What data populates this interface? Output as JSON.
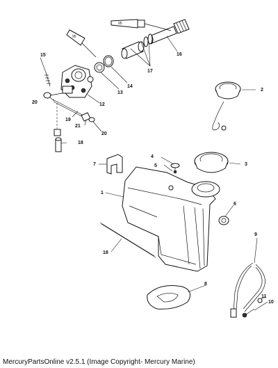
{
  "callouts": {
    "c1": "1",
    "c2": "2",
    "c3": "3",
    "c4": "4",
    "c5": "5",
    "c6": "6",
    "c7": "7",
    "c8": "8",
    "c9": "9",
    "c10": "10",
    "c11": "11",
    "c12": "12",
    "c13": "13",
    "c14": "14",
    "c15": "15",
    "c16": "16",
    "c17": "17",
    "c18a": "18",
    "c18b": "18",
    "c19": "19",
    "c20a": "20",
    "c20b": "20",
    "c21": "21"
  },
  "tube_labels": {
    "left": "95",
    "right": "95"
  },
  "caption": "MercuryPartsOnline v2.5.1 (Image Copyright- Mercury Marine)"
}
